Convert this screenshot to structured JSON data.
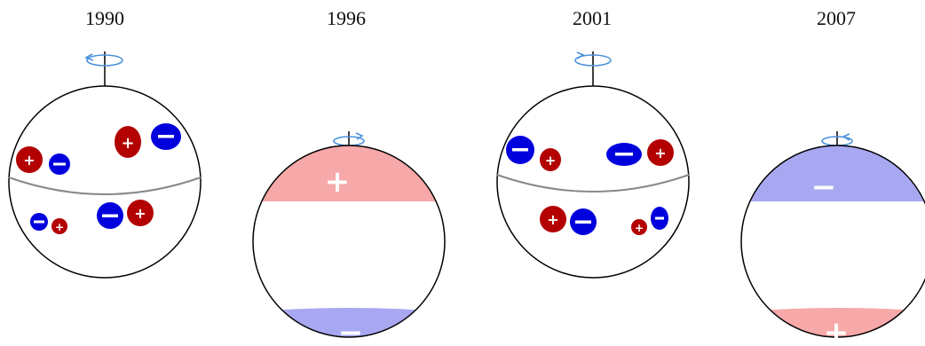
{
  "panels": [
    {
      "year": "1990",
      "type": "active",
      "spin": "ccw"
    },
    {
      "year": "1996",
      "type": "dipole",
      "top_polarity": "+",
      "bottom_polarity": "−"
    },
    {
      "year": "2001",
      "type": "active",
      "spin": "cw"
    },
    {
      "year": "2007",
      "type": "dipole",
      "top_polarity": "−",
      "bottom_polarity": "+"
    }
  ],
  "colors": {
    "positive": "#b30000",
    "negative": "#0000dd",
    "positive_band": "#f7a8a8",
    "negative_band": "#a8a8f2",
    "spin_arrow": "#4a90d9",
    "outline": "#000000",
    "equator": "#888888"
  }
}
